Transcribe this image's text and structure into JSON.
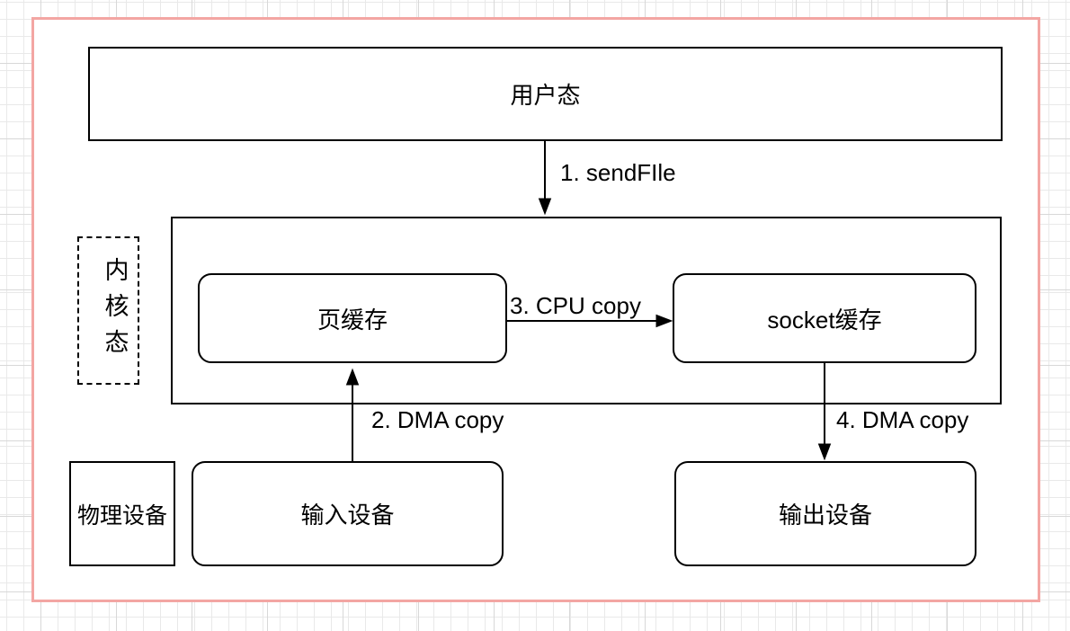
{
  "canvas": {
    "background": "#ffffff",
    "border_color": "#f3a6a3",
    "grid_minor_color": "#e9e9e9",
    "grid_major_color": "#d8d8d8",
    "shape_stroke_color": "#000000"
  },
  "nodes": {
    "user_mode": {
      "label": "用户态"
    },
    "kernel_mode_tag": {
      "label": "内核态"
    },
    "page_cache": {
      "label": "页缓存"
    },
    "socket_cache": {
      "label": "socket缓存"
    },
    "physical_device": {
      "label": "物理设备"
    },
    "input_device": {
      "label": "输入设备"
    },
    "output_device": {
      "label": "输出设备"
    }
  },
  "edges": {
    "sendfile": {
      "label": "1. sendFIle"
    },
    "dma_in": {
      "label": "2. DMA copy"
    },
    "cpu_copy": {
      "label": "3. CPU copy"
    },
    "dma_out": {
      "label": "4. DMA copy"
    }
  }
}
